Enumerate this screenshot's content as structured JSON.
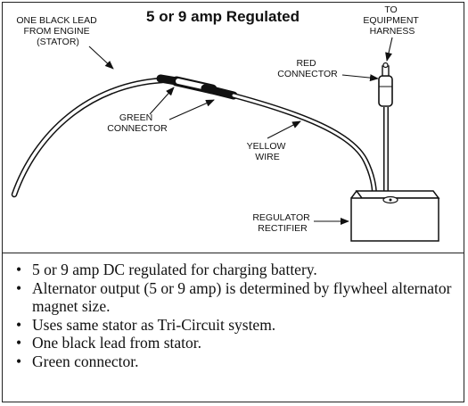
{
  "diagram": {
    "title": "5 or 9 amp Regulated",
    "labels": {
      "black_lead": [
        "ONE BLACK LEAD",
        "FROM ENGINE",
        "(STATOR)"
      ],
      "to_harness": [
        "TO",
        "EQUIPMENT",
        "HARNESS"
      ],
      "red_connector": [
        "RED",
        "CONNECTOR"
      ],
      "green_connector": [
        "GREEN",
        "CONNECTOR"
      ],
      "yellow_wire": [
        "YELLOW",
        "WIRE"
      ],
      "regulator": [
        "REGULATOR",
        "RECTIFIER"
      ]
    }
  },
  "bullets": [
    "5 or 9 amp DC regulated for charging battery.",
    "Alternator output (5 or 9 amp) is determined by flywheel alternator magnet size.",
    "Uses same stator as Tri-Circuit system.",
    "One black lead from stator.",
    "Green connector."
  ]
}
